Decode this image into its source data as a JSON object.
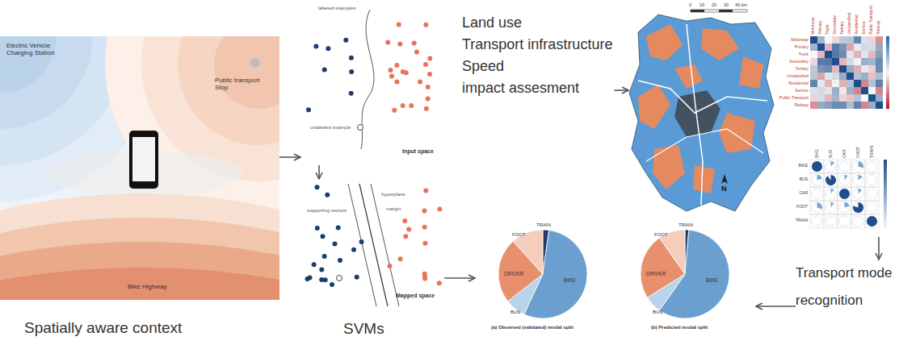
{
  "diagram": {
    "nodes": [
      {
        "text": [
          "Electric Vehicle Charging Station",
          "Public transport Stop",
          "Bike Highway",
          "Spatially aware context"
        ]
      },
      {
        "text": [
          "labeled examples",
          "unlabeled example",
          "Input space"
        ]
      },
      {
        "text": [
          "supporting vectors",
          "hyperplane",
          "margin",
          "Mapped space"
        ]
      },
      {
        "text": [
          "Land use",
          "Transport infrastructure",
          "Speed",
          "impact assesment"
        ]
      },
      {
        "text": [
          "0",
          "10",
          "20",
          "30",
          "40 km",
          "N"
        ]
      },
      {
        "text": [
          "BIKE",
          "BUS",
          "CAR",
          "FOOT",
          "TRAIN",
          "BIKE",
          "BUS",
          "CAR",
          "FOOT",
          "TRAIN"
        ]
      },
      {
        "text": [
          "Transport mode recognition"
        ]
      },
      {
        "text": [
          "TRAIN",
          "FOOT",
          "DRIVER",
          "BUS",
          "BIKE",
          "(a) Observed (validated) modal split"
        ]
      },
      {
        "text": [
          "TRAIN",
          "FOOT",
          "DRIVER",
          "BUS",
          "BIKE",
          "(b) Predicted modal split"
        ]
      }
    ],
    "edges": [
      {
        "from": 0,
        "to": 1,
        "arrow": "to"
      },
      {
        "from": 1,
        "to": 2,
        "arrow": "to"
      },
      {
        "from": 2,
        "to": 7,
        "arrow": "to"
      },
      {
        "from": 3,
        "to": 4,
        "arrow": "to"
      },
      {
        "from": 5,
        "to": 6,
        "arrow": "to"
      },
      {
        "from": 6,
        "to": 8,
        "arrow": "to"
      }
    ],
    "labels": [
      "SVMs",
      "Motorway",
      "Primary",
      "Trunk",
      "Secondary",
      "Tertiary",
      "Unclassified",
      "Residential",
      "Service",
      "Public Transport",
      "Railway",
      "Motorway",
      "Primary",
      "Trunk",
      "Secondary",
      "Tertiary",
      "Unclassified",
      "Residential",
      "Service",
      "Public Transport",
      "Railway"
    ]
  }
}
